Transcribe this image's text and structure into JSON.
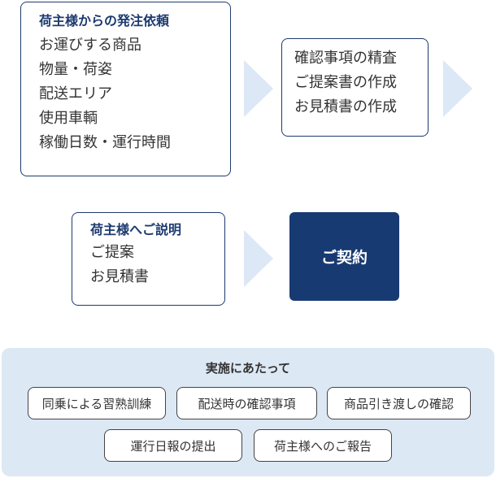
{
  "flow": {
    "box1": {
      "title": "荷主様からの発注依頼",
      "items": [
        "お運びする商品",
        "物量・荷姿",
        "配送エリア",
        "使用車輌",
        "稼働日数・運行時間"
      ]
    },
    "box2": {
      "items": [
        "確認事項の精査",
        "ご提案書の作成",
        "お見積書の作成"
      ]
    },
    "box3": {
      "title": "荷主様へご説明",
      "items": [
        "ご提案",
        "お見積書"
      ]
    },
    "contract": {
      "label": "ご契約"
    }
  },
  "notes": {
    "title": "実施にあたって",
    "items": [
      "同乗による習熟訓練",
      "配送時の確認事項",
      "商品引き渡しの確認",
      "運行日報の提出",
      "荷主様へのご報告"
    ]
  },
  "colors": {
    "navy": "#1d3a6e",
    "contract_fill": "#183a72",
    "arrow": "#dce8f6",
    "panel": "#dde8f5"
  }
}
